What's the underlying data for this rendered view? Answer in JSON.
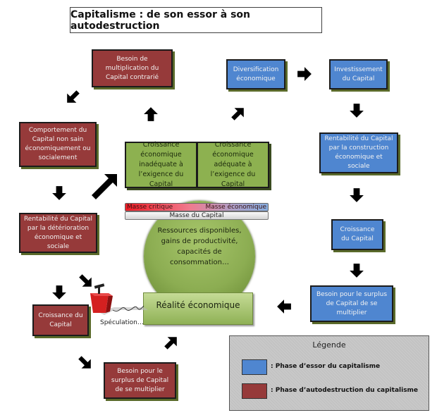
{
  "title": "Capitalisme : de son essor à son autodestruction",
  "colors": {
    "growth_phase": "#4f86d0",
    "destruction_phase": "#963a3a",
    "neutral": "#8db150"
  },
  "nodes": {
    "besoin_contrarie": "Besoin de multiplication du Capital contrarié",
    "comportement_non_sain": "Comportement du Capital non sain économiquement ou socialement",
    "rentabilite_deterioration": "Rentabilité du Capital par la détérioration économique et sociale",
    "croissance_capital_red": "Croissance du Capital",
    "besoin_surplus_red": "Besoin pour le surplus de Capital de se multiplier",
    "diversification": "Diversification économique",
    "investissement": "Investissement du Capital",
    "rentabilite_construction": "Rentabilité du Capital par la construction économique et sociale",
    "croissance_capital_blue": "Croissance du Capital",
    "besoin_surplus_blue": "Besoin pour le surplus de Capital de se multiplier",
    "croissance_inadequate": "Croissance économique inadéquate à l’exigence du Capital",
    "croissance_adequate": "Croissance économique adéquate à l’exigence du Capital"
  },
  "mass_bar": {
    "critical": "Masse critique",
    "economic": "Masse économique",
    "capital": "Masse du Capital"
  },
  "resources_circle": "Ressources disponibles, gains de productivité, capacités de consommation…",
  "reality": "Réalité économique",
  "speculation": "Spéculation…",
  "legend": {
    "title": "Légende",
    "items": [
      {
        "label": ": Phase d’essor du capitalisme",
        "color": "#4f86d0"
      },
      {
        "label": ": Phase d’autodestruction du capitalisme",
        "color": "#963a3a"
      }
    ]
  }
}
